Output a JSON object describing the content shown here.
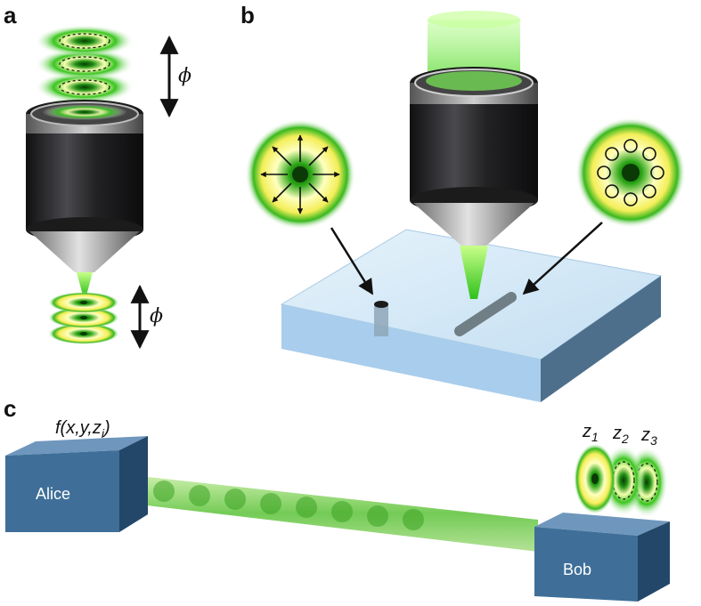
{
  "panels": {
    "a": {
      "label": "a",
      "phi_top": "ϕ",
      "phi_bottom": "ϕ"
    },
    "b": {
      "label": "b"
    },
    "c": {
      "label": "c",
      "function_main": "f(x,y,z",
      "function_sub": "i",
      "function_close": ")",
      "sender": "Alice",
      "receiver": "Bob",
      "planes": [
        {
          "name": "z",
          "sub": "1"
        },
        {
          "name": "z",
          "sub": "2"
        },
        {
          "name": "z",
          "sub": "3"
        }
      ]
    }
  },
  "colors": {
    "beam_green": "#22c010",
    "beam_yellow": "#fff27a",
    "objective_body": "#2a2a2c",
    "substrate": "#cfe6f6",
    "box_blue": "#3f6f98"
  }
}
